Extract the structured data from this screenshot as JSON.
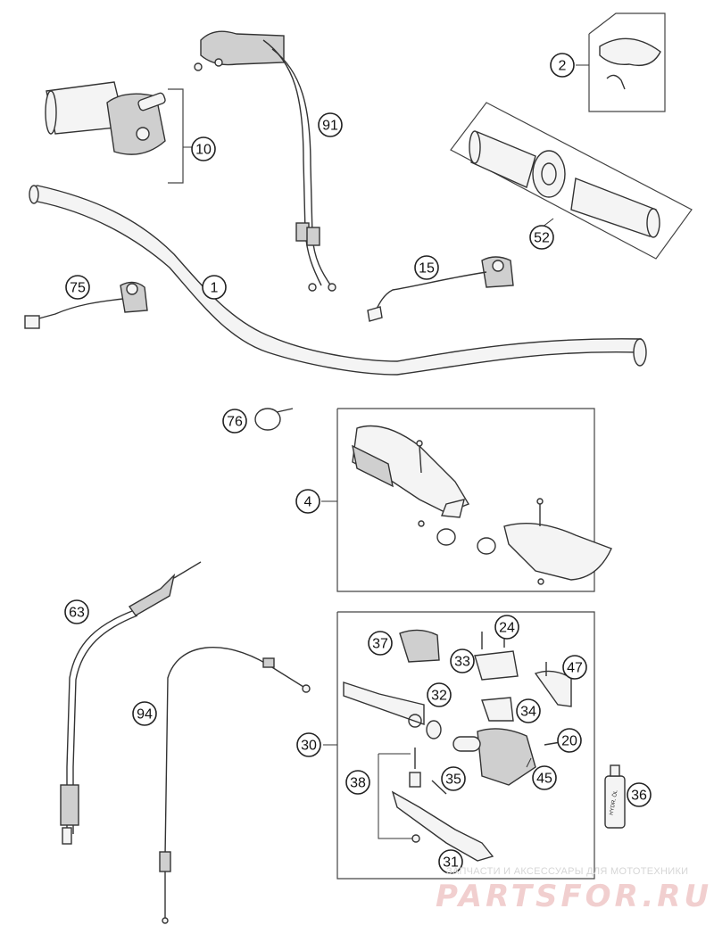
{
  "callouts": [
    "1",
    "2",
    "4",
    "10",
    "15",
    "20",
    "24",
    "30",
    "31",
    "32",
    "33",
    "34",
    "35",
    "36",
    "37",
    "38",
    "45",
    "47",
    "52",
    "63",
    "75",
    "76",
    "91",
    "94"
  ],
  "bottle_label": "HYDR. ÖL",
  "watermark": {
    "subtitle": "ЗАПЧАСТИ И АКСЕССУАРЫ ДЛЯ МОТОТЕХНИКИ",
    "logo": "PARTSFOR.RU"
  }
}
